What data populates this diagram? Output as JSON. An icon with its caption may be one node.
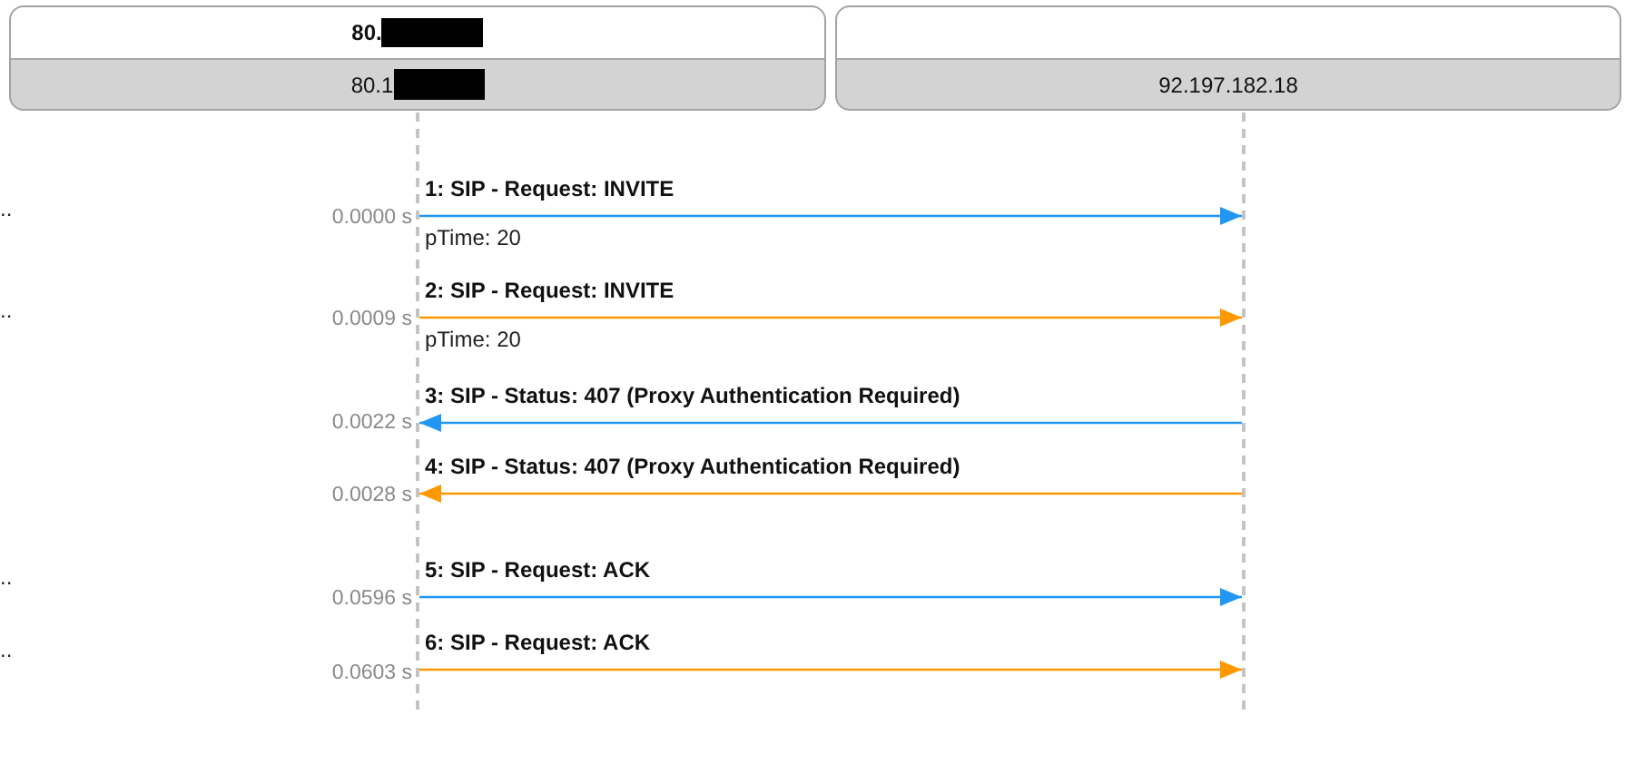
{
  "diagram": {
    "nodes": [
      {
        "text": [
          "80.",
          "80.1"
        ]
      },
      {
        "text": [
          "92.197.182.18"
        ]
      },
      {
        "text": [],
        "shape": "line"
      },
      {
        "text": [],
        "shape": "line"
      }
    ],
    "edges": [
      {
        "from": 2,
        "to": 3,
        "arrow": "to",
        "label": "1: SIP - Request: INVITE",
        "color": "#2196f3"
      },
      {
        "from": 2,
        "to": 3,
        "arrow": "to",
        "label": "2: SIP - Request: INVITE",
        "color": "#ff9800"
      },
      {
        "from": 3,
        "to": 2,
        "arrow": "to",
        "label": "3: SIP - Status: 407 (Proxy Authentication Required)",
        "color": "#2196f3"
      },
      {
        "from": 3,
        "to": 2,
        "arrow": "to",
        "label": "4: SIP - Status: 407 (Proxy Authentication Required)",
        "color": "#ff9800"
      },
      {
        "from": 2,
        "to": 3,
        "arrow": "to",
        "label": "5: SIP - Request: ACK",
        "color": "#2196f3"
      },
      {
        "from": 2,
        "to": 3,
        "arrow": "to",
        "label": "6: SIP - Request: ACK",
        "color": "#ff9800"
      }
    ],
    "labels": [
      "..",
      "0.0000 s",
      "pTime: 20",
      "..",
      "0.0009 s",
      "pTime: 20",
      "0.0022 s",
      "0.0028 s",
      "..",
      "0.0596 s",
      "..",
      "0.0603 s"
    ]
  }
}
